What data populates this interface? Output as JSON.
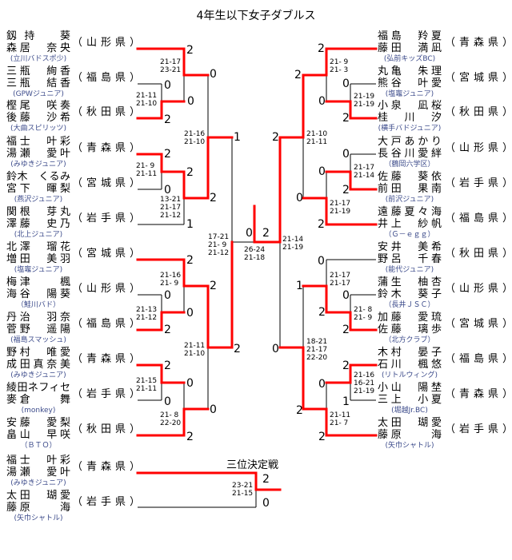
{
  "title": "4年生以下女子ダブルス",
  "left": [
    {
      "names": [
        "釼持　葵",
        "森居　奈央"
      ],
      "club": "(立川バドスポ少)",
      "pref": "（山形県）"
    },
    {
      "names": [
        "三瓶　絢香",
        "三瓶　結香"
      ],
      "club": "(GPWジュニア)",
      "pref": "（福島県）"
    },
    {
      "names": [
        "樫尾　咲奏",
        "後藤　沙希"
      ],
      "club": "(大曲スピリッツ)",
      "pref": "（秋田県）"
    },
    {
      "names": [
        "福士　叶彩",
        "湯瀬　愛叶"
      ],
      "club": "(みゆきジュニア)",
      "pref": "（青森県）"
    },
    {
      "names": [
        "鈴木　くるみ",
        "宮下　暉梨"
      ],
      "club": "(燕沢ジュニア)",
      "pref": "（宮城県）"
    },
    {
      "names": [
        "関根　芽丸",
        "澤藤　史乃"
      ],
      "club": "(北上ジュニア)",
      "pref": "（岩手県）"
    },
    {
      "names": [
        "北澤　瑠花",
        "増田　美羽"
      ],
      "club": "(塩竈ジュニア)",
      "pref": "（宮城県）"
    },
    {
      "names": [
        "梅津　　楓",
        "海谷　陽葵"
      ],
      "club": "（鮭川バド）",
      "pref": "（山形県）"
    },
    {
      "names": [
        "丹治　羽奈",
        "菅野　遥陽"
      ],
      "club": "(福島スマッシュ)",
      "pref": "（福島県）"
    },
    {
      "names": [
        "野村　唯愛",
        "成田真奈美"
      ],
      "club": "(みゆきジュニア)",
      "pref": "（青森県）"
    },
    {
      "names": [
        "綾田ネフィセ",
        "麥倉　　舞"
      ],
      "club": "(monkey)",
      "pref": "（岩手県）"
    },
    {
      "names": [
        "安藤　愛梨",
        "畠山　早咲"
      ],
      "club": "（ＢＴＯ）",
      "pref": "（秋田県）"
    }
  ],
  "right": [
    {
      "names": [
        "福島　羚夏",
        "藤田　満凪"
      ],
      "club": "(弘前キッズBC)",
      "pref": "（青森県）"
    },
    {
      "names": [
        "丸亀　朱理",
        "熊谷　叶愛"
      ],
      "club": "(塩竈ジュニア)",
      "pref": "（宮城県）"
    },
    {
      "names": [
        "小泉　凪桜",
        "桂　川　汐"
      ],
      "club": "(横手バドジュニア)",
      "pref": "（秋田県）"
    },
    {
      "names": [
        "大戸あかり",
        "長谷川愛絆"
      ],
      "club": "（鶴岡六学区）",
      "pref": "（山形県）"
    },
    {
      "names": [
        "佐藤　葵依",
        "前田　果南"
      ],
      "club": "(前沢ジュニア)",
      "pref": "（岩手県）"
    },
    {
      "names": [
        "遠藤夏々海",
        "井上　紗帆"
      ],
      "club": "（Ｇ－ｅｇｇ）",
      "pref": "（福島県）"
    },
    {
      "names": [
        "安井　美希",
        "野呂　千春"
      ],
      "club": "(能代ジュニア)",
      "pref": "（秋田県）"
    },
    {
      "names": [
        "蒲生　柚杏",
        "鈴木　葵子"
      ],
      "club": "（長井ＪＳＣ）",
      "pref": "（山形県）"
    },
    {
      "names": [
        "加藤　愛琉",
        "佐藤　璃歩"
      ],
      "club": "（北方クラブ）",
      "pref": "（宮城県）"
    },
    {
      "names": [
        "木村　晏子",
        "石川　楓悠"
      ],
      "club": "(リトルウィング)",
      "pref": "（福島県）"
    },
    {
      "names": [
        "小山　陽埜",
        "三上　小夏"
      ],
      "club": "(堀越Jr.BC)",
      "pref": "（青森県）"
    },
    {
      "names": [
        "太田　瑚愛",
        "藤原　　海"
      ],
      "club": "(矢巾シャトル)",
      "pref": "（岩手県）"
    }
  ],
  "third_place": {
    "title": "三位決定戦",
    "entries": [
      {
        "names": [
          "福士　叶彩",
          "湯瀬　愛叶"
        ],
        "club": "(みゆきジュニア)",
        "pref": "（青森県）"
      },
      {
        "names": [
          "太田　瑚愛",
          "藤原　　海"
        ],
        "club": "(矢巾シャトル)",
        "pref": "（岩手県）"
      }
    ]
  },
  "points": [
    "2",
    "0",
    "2",
    "0",
    "0",
    "2",
    "0",
    "2",
    "1",
    "2",
    "1",
    "2",
    "0",
    "2",
    "0",
    "2",
    "2",
    "2",
    "0",
    "0",
    "2",
    "0",
    "0",
    "2",
    "2",
    "0",
    "2",
    "0",
    "2",
    "2",
    "0",
    "2",
    "0",
    "2",
    "0",
    "0",
    "0",
    "2",
    "2",
    "1",
    "2",
    "1",
    "0",
    "2",
    "2",
    "0",
    "2",
    "0"
  ],
  "game_scores": [
    [
      "21-17",
      "23-21"
    ],
    [
      "21-11",
      "21-10"
    ],
    [
      "21- 9",
      "21-11"
    ],
    [
      "13-21",
      "21-17",
      "21-12"
    ],
    [
      "21-16",
      "21-10"
    ],
    [
      "17-21",
      "21- 9",
      "21-12"
    ],
    [
      "21-16",
      "21- 9"
    ],
    [
      "21-13",
      "21-12"
    ],
    [
      "21-11",
      "21-10"
    ],
    [
      "21-15",
      "21-11"
    ],
    [
      "21- 8",
      "22-20"
    ],
    [
      "26-24",
      "21-18"
    ],
    [
      "21-14",
      "21-19"
    ],
    [
      "21- 9",
      "21- 3"
    ],
    [
      "21-19",
      "21-19"
    ],
    [
      "21-10",
      "21-11"
    ],
    [
      "21-17",
      "21-14"
    ],
    [
      "21-17",
      "21-19"
    ],
    [
      "21-17",
      "21-17"
    ],
    [
      "21- 8",
      "21- 9"
    ],
    [
      "18-21",
      "21-17",
      "22-20"
    ],
    [
      "21-16",
      "16-21",
      "21-19"
    ],
    [
      "21-11",
      "21- 7"
    ],
    [
      "23-21",
      "21-15"
    ]
  ]
}
